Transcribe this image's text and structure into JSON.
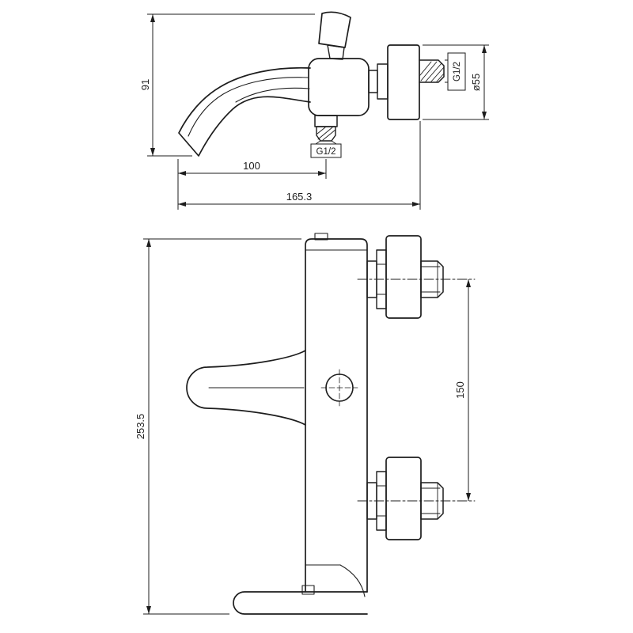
{
  "drawing": {
    "background_color": "#ffffff",
    "line_color": "#1d1d1d",
    "side_view": {
      "dim_height": "91",
      "dim_spout_reach": "100",
      "dim_total_depth": "165.3",
      "outlet_thread": "G1/2",
      "inlet_thread": "G1/2",
      "flange_diameter": "ø55"
    },
    "front_view": {
      "dim_total_height": "253.5",
      "dim_inlet_spacing": "150"
    }
  }
}
